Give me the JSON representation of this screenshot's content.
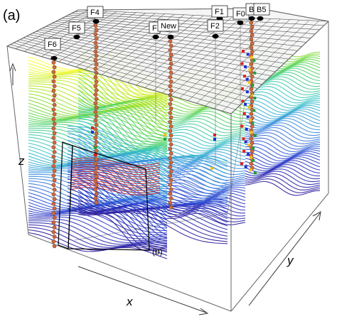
{
  "panel_label": "(a)",
  "inset_label": "(b)",
  "axes": {
    "x": "x",
    "y": "y",
    "z": "z"
  },
  "wells": [
    {
      "name": "F6"
    },
    {
      "name": "F5"
    },
    {
      "name": "F4"
    },
    {
      "name": "F"
    },
    {
      "name": "New"
    },
    {
      "name": "F2"
    },
    {
      "name": "F1"
    },
    {
      "name": "F0"
    },
    {
      "name": "B"
    },
    {
      "name": "B5"
    }
  ],
  "colors": {
    "layer_ramp": [
      "#ffff33",
      "#b5e61d",
      "#55d455",
      "#36c6c6",
      "#3a8fe0",
      "#2b3fd0",
      "#2a1a9a"
    ],
    "well_dot": "#d2683c",
    "well_top": "#000000",
    "grid": "#333333",
    "frame": "#888888"
  }
}
